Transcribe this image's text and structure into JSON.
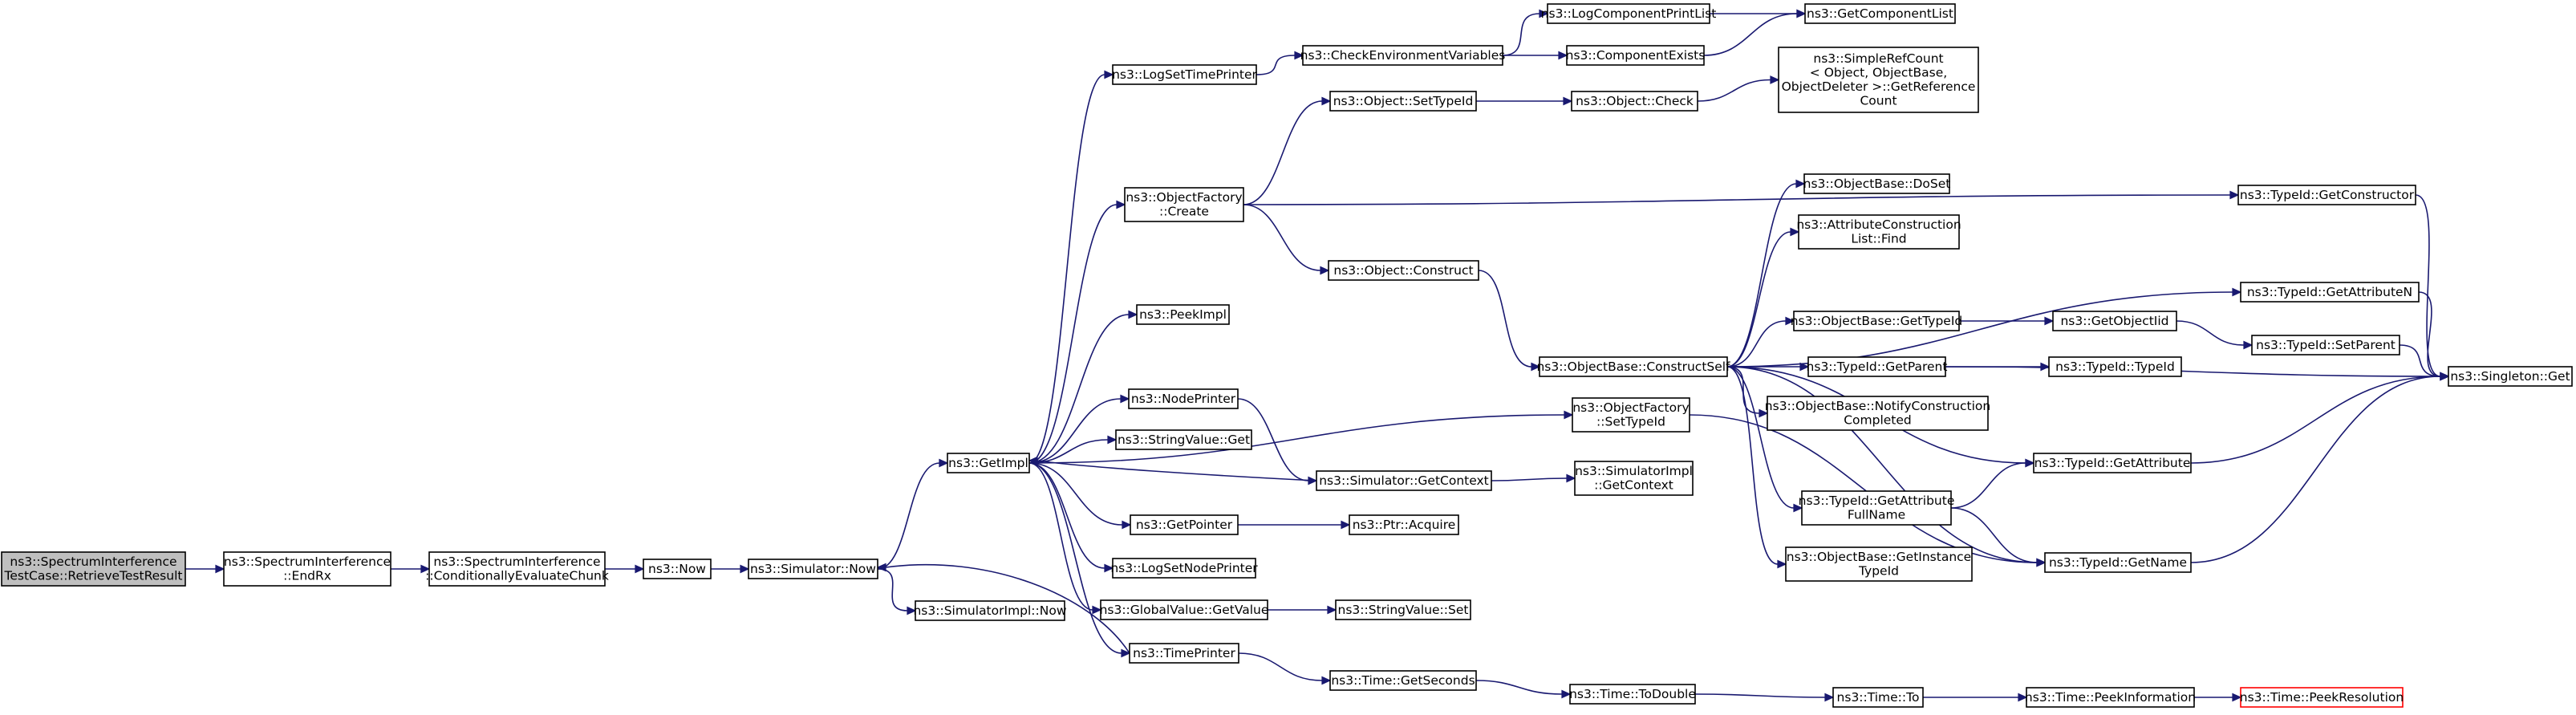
{
  "diagram": {
    "type": "call-graph",
    "nodes": [
      {
        "id": "root",
        "lines": [
          "ns3::SpectrumInterference",
          "TestCase::RetrieveTestResult"
        ],
        "style": "root"
      },
      {
        "id": "endrx",
        "lines": [
          "ns3::SpectrumInterference",
          "::EndRx"
        ]
      },
      {
        "id": "cond",
        "lines": [
          "ns3::SpectrumInterference",
          "::ConditionallyEvaluateChunk"
        ]
      },
      {
        "id": "now",
        "lines": [
          "ns3::Now"
        ]
      },
      {
        "id": "simnow",
        "lines": [
          "ns3::Simulator::Now"
        ]
      },
      {
        "id": "implnow",
        "lines": [
          "ns3::SimulatorImpl::Now"
        ]
      },
      {
        "id": "getimpl",
        "lines": [
          "ns3::GetImpl"
        ]
      },
      {
        "id": "logsettime",
        "lines": [
          "ns3::LogSetTimePrinter"
        ]
      },
      {
        "id": "checkenv",
        "lines": [
          "ns3::CheckEnvironmentVariables"
        ]
      },
      {
        "id": "logcomplist",
        "lines": [
          "ns3::LogComponentPrintList"
        ]
      },
      {
        "id": "compexists",
        "lines": [
          "ns3::ComponentExists"
        ]
      },
      {
        "id": "getcomplist",
        "lines": [
          "ns3::GetComponentList"
        ]
      },
      {
        "id": "objfactcreate",
        "lines": [
          "ns3::ObjectFactory",
          "::Create"
        ]
      },
      {
        "id": "setTypeId",
        "lines": [
          "ns3::Object::SetTypeId"
        ]
      },
      {
        "id": "objcheck",
        "lines": [
          "ns3::Object::Check"
        ]
      },
      {
        "id": "simplerefcount",
        "lines": [
          "ns3::SimpleRefCount",
          "< Object, ObjectBase,",
          " ObjectDeleter >::GetReference",
          "Count"
        ]
      },
      {
        "id": "objconstruct",
        "lines": [
          "ns3::Object::Construct"
        ]
      },
      {
        "id": "peekimpl",
        "lines": [
          "ns3::PeekImpl"
        ]
      },
      {
        "id": "nodeprinter",
        "lines": [
          "ns3::NodePrinter"
        ]
      },
      {
        "id": "stringvalueget",
        "lines": [
          "ns3::StringValue::Get"
        ]
      },
      {
        "id": "simgetctx",
        "lines": [
          "ns3::Simulator::GetContext"
        ]
      },
      {
        "id": "simimplgetctx",
        "lines": [
          "ns3::SimulatorImpl",
          "::GetContext"
        ]
      },
      {
        "id": "getpointer",
        "lines": [
          "ns3::GetPointer"
        ]
      },
      {
        "id": "ptracquire",
        "lines": [
          "ns3::Ptr::Acquire"
        ]
      },
      {
        "id": "logsetnode",
        "lines": [
          "ns3::LogSetNodePrinter"
        ]
      },
      {
        "id": "globalvalueget",
        "lines": [
          "ns3::GlobalValue::GetValue"
        ]
      },
      {
        "id": "stringvalueset",
        "lines": [
          "ns3::StringValue::Set"
        ]
      },
      {
        "id": "timeprinter",
        "lines": [
          "ns3::TimePrinter"
        ]
      },
      {
        "id": "timegetsec",
        "lines": [
          "ns3::Time::GetSeconds"
        ]
      },
      {
        "id": "timetodouble",
        "lines": [
          "ns3::Time::ToDouble"
        ]
      },
      {
        "id": "timeto",
        "lines": [
          "ns3::Time::To"
        ]
      },
      {
        "id": "timepeekinfo",
        "lines": [
          "ns3::Time::PeekInformation"
        ]
      },
      {
        "id": "timepeekres",
        "lines": [
          "ns3::Time::PeekResolution"
        ],
        "style": "truncated"
      },
      {
        "id": "constructself",
        "lines": [
          "ns3::ObjectBase::ConstructSelf"
        ]
      },
      {
        "id": "objfactsettype",
        "lines": [
          "ns3::ObjectFactory",
          "::SetTypeId"
        ]
      },
      {
        "id": "doset",
        "lines": [
          "ns3::ObjectBase::DoSet"
        ]
      },
      {
        "id": "attrconsfind",
        "lines": [
          "ns3::AttributeConstruction",
          "List::Find"
        ]
      },
      {
        "id": "objbasegettype",
        "lines": [
          "ns3::ObjectBase::GetTypeId"
        ]
      },
      {
        "id": "getobjectiid",
        "lines": [
          "ns3::GetObjectIid"
        ]
      },
      {
        "id": "typeidgetparent",
        "lines": [
          "ns3::TypeId::GetParent"
        ]
      },
      {
        "id": "typeidtypeid",
        "lines": [
          "ns3::TypeId::TypeId"
        ]
      },
      {
        "id": "notifycons",
        "lines": [
          "ns3::ObjectBase::NotifyConstruction",
          "Completed"
        ]
      },
      {
        "id": "getattrfull",
        "lines": [
          "ns3::TypeId::GetAttribute",
          "FullName"
        ]
      },
      {
        "id": "getinsttype",
        "lines": [
          "ns3::ObjectBase::GetInstance",
          "TypeId"
        ]
      },
      {
        "id": "typeidgetattr",
        "lines": [
          "ns3::TypeId::GetAttribute"
        ]
      },
      {
        "id": "typeidgetname",
        "lines": [
          "ns3::TypeId::GetName"
        ]
      },
      {
        "id": "typeidgetcons",
        "lines": [
          "ns3::TypeId::GetConstructor"
        ]
      },
      {
        "id": "typeidgetattrn",
        "lines": [
          "ns3::TypeId::GetAttributeN"
        ]
      },
      {
        "id": "typeidsetparent",
        "lines": [
          "ns3::TypeId::SetParent"
        ]
      },
      {
        "id": "singletonget",
        "lines": [
          "ns3::Singleton::Get"
        ]
      }
    ],
    "edges": [
      [
        "root",
        "endrx"
      ],
      [
        "endrx",
        "cond"
      ],
      [
        "cond",
        "now"
      ],
      [
        "now",
        "simnow"
      ],
      [
        "simnow",
        "getimpl"
      ],
      [
        "simnow",
        "implnow"
      ],
      [
        "getimpl",
        "logsettime"
      ],
      [
        "getimpl",
        "objfactcreate"
      ],
      [
        "getimpl",
        "peekimpl"
      ],
      [
        "getimpl",
        "objfactsettype"
      ],
      [
        "getimpl",
        "nodeprinter"
      ],
      [
        "getimpl",
        "stringvalueget"
      ],
      [
        "getimpl",
        "getpointer"
      ],
      [
        "getimpl",
        "logsetnode"
      ],
      [
        "getimpl",
        "globalvalueget"
      ],
      [
        "getimpl",
        "timeprinter"
      ],
      [
        "logsettime",
        "checkenv"
      ],
      [
        "checkenv",
        "logcomplist"
      ],
      [
        "checkenv",
        "compexists"
      ],
      [
        "logcomplist",
        "getcomplist"
      ],
      [
        "compexists",
        "getcomplist"
      ],
      [
        "objfactcreate",
        "setTypeId"
      ],
      [
        "objfactcreate",
        "typeidgetcons"
      ],
      [
        "objfactcreate",
        "objconstruct"
      ],
      [
        "setTypeId",
        "objcheck"
      ],
      [
        "objcheck",
        "simplerefcount"
      ],
      [
        "objconstruct",
        "constructself"
      ],
      [
        "nodeprinter",
        "simgetctx"
      ],
      [
        "simgetctx",
        "getimpl"
      ],
      [
        "simgetctx",
        "simimplgetctx"
      ],
      [
        "getpointer",
        "ptracquire"
      ],
      [
        "globalvalueget",
        "stringvalueset"
      ],
      [
        "timeprinter",
        "simnow"
      ],
      [
        "timeprinter",
        "timegetsec"
      ],
      [
        "timegetsec",
        "timetodouble"
      ],
      [
        "timetodouble",
        "timeto"
      ],
      [
        "timeto",
        "timepeekinfo"
      ],
      [
        "timepeekinfo",
        "timepeekres"
      ],
      [
        "constructself",
        "doset"
      ],
      [
        "constructself",
        "attrconsfind"
      ],
      [
        "constructself",
        "typeidgetattrn"
      ],
      [
        "constructself",
        "objbasegettype"
      ],
      [
        "constructself",
        "typeidgetparent"
      ],
      [
        "constructself",
        "notifycons"
      ],
      [
        "constructself",
        "typeidgetattr"
      ],
      [
        "constructself",
        "getattrfull"
      ],
      [
        "constructself",
        "getinsttype"
      ],
      [
        "constructself",
        "typeidgetname"
      ],
      [
        "objbasegettype",
        "getobjectiid"
      ],
      [
        "getobjectiid",
        "typeidsetparent"
      ],
      [
        "typeidgetparent",
        "typeidtypeid"
      ],
      [
        "typeidgetparent",
        "singletonget"
      ],
      [
        "getattrfull",
        "typeidgetattr"
      ],
      [
        "getattrfull",
        "typeidgetname"
      ],
      [
        "objfactsettype",
        "typeidgetname"
      ],
      [
        "typeidgetattr",
        "singletonget"
      ],
      [
        "typeidgetname",
        "singletonget"
      ],
      [
        "typeidgetcons",
        "singletonget"
      ],
      [
        "typeidgetattrn",
        "singletonget"
      ],
      [
        "typeidsetparent",
        "singletonget"
      ]
    ]
  }
}
